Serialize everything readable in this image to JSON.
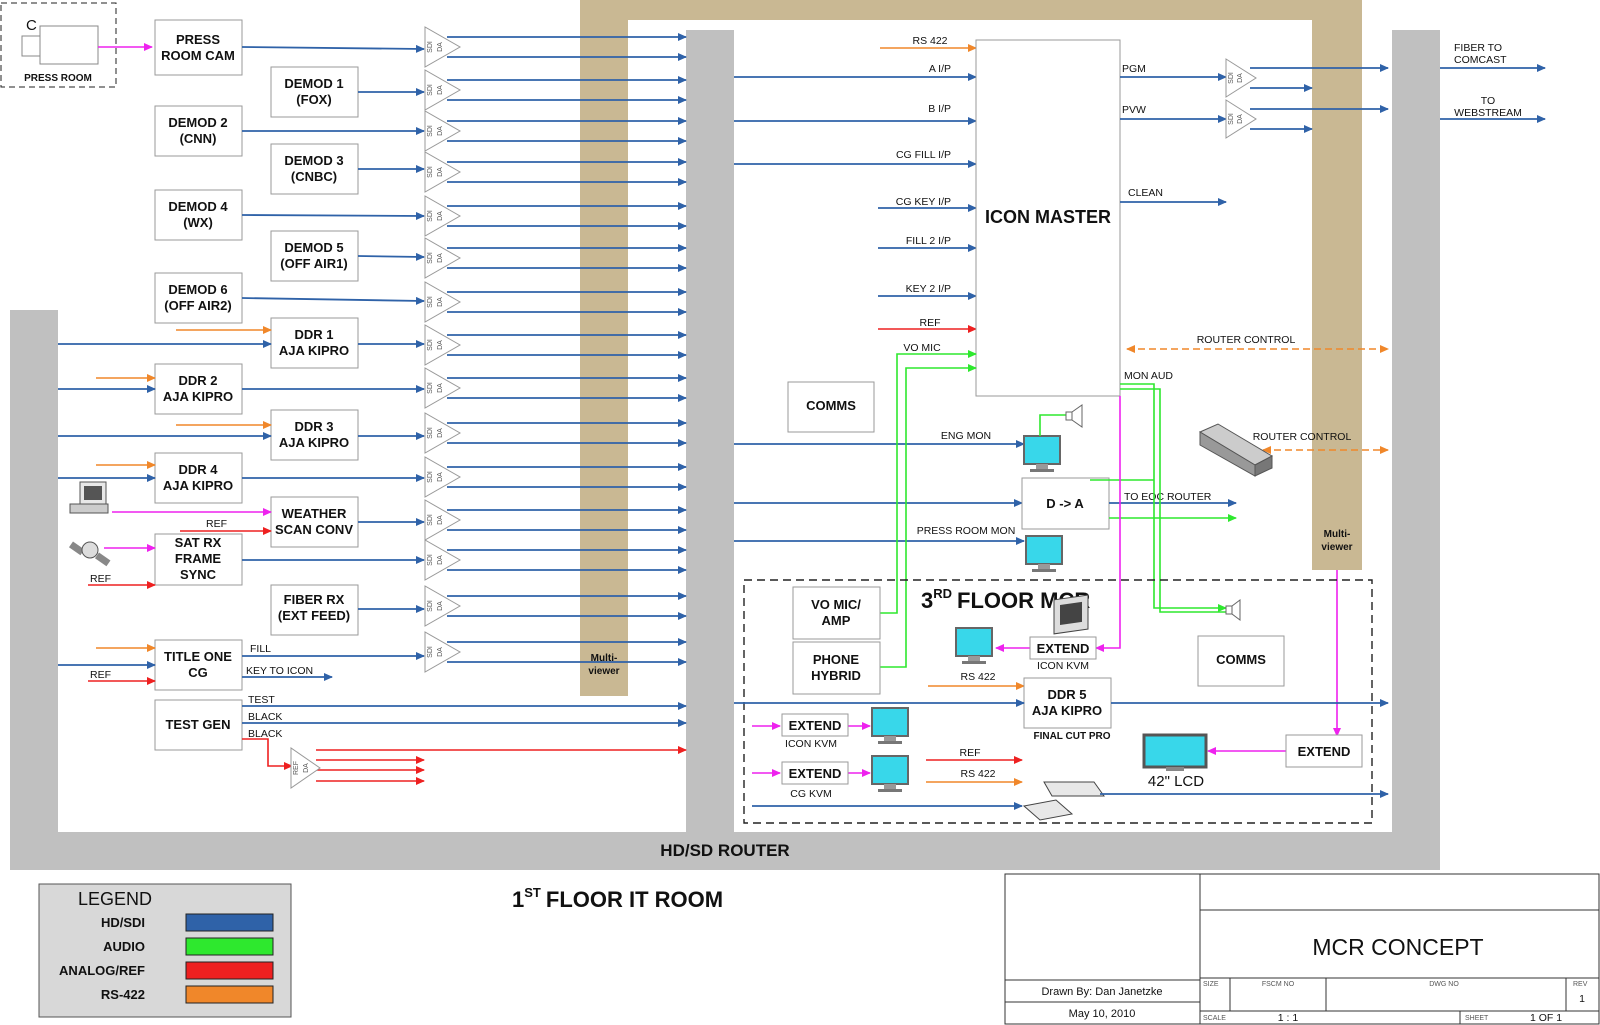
{
  "colors": {
    "sdi": "#2f62a8",
    "audio": "#2ee82e",
    "ref": "#ee2020",
    "rs422": "#f0872a",
    "kvm": "#ee22ee",
    "tan": "#c9b893",
    "router_grey": "#c0c0c0",
    "monitor": "#38d7ea"
  },
  "icons": [
    "computer-icon",
    "satellite-icon",
    "camera-icon",
    "monitor-icon",
    "speaker-icon",
    "router-device-icon",
    "workstation-icon"
  ],
  "press_room": {
    "cam_letter": "C",
    "label": "PRESS ROOM"
  },
  "sources": {
    "press_room_cam": [
      "PRESS",
      "ROOM CAM"
    ],
    "demod1": [
      "DEMOD 1",
      "(FOX)"
    ],
    "demod2": [
      "DEMOD 2",
      "(CNN)"
    ],
    "demod3": [
      "DEMOD 3",
      "(CNBC)"
    ],
    "demod4": [
      "DEMOD 4",
      "(WX)"
    ],
    "demod5": [
      "DEMOD 5",
      "(OFF AIR1)"
    ],
    "demod6": [
      "DEMOD 6",
      "(OFF AIR2)"
    ],
    "ddr1": [
      "DDR 1",
      "AJA KIPRO"
    ],
    "ddr2": [
      "DDR 2",
      "AJA KIPRO"
    ],
    "ddr3": [
      "DDR 3",
      "AJA KIPRO"
    ],
    "ddr4": [
      "DDR 4",
      "AJA KIPRO"
    ],
    "weather": [
      "WEATHER",
      "SCAN CONV"
    ],
    "satrx": [
      "SAT RX",
      "FRAME",
      "SYNC"
    ],
    "fiberrx": [
      "FIBER RX",
      "(EXT FEED)"
    ],
    "titleone": [
      "TITLE ONE",
      "CG"
    ],
    "testgen": [
      "TEST GEN"
    ]
  },
  "da": {
    "sdi": "SDI",
    "da": "DA",
    "ref": "REF"
  },
  "signals": {
    "ref": "REF",
    "fill": "FILL",
    "key_to_icon": "KEY TO ICON",
    "test": "TEST",
    "black1": "BLACK",
    "black2": "BLACK"
  },
  "multiviewer": {
    "line1": "Multi-",
    "line2": "viewer"
  },
  "router": {
    "label": "HD/SD ROUTER"
  },
  "first_floor": {
    "num": "1",
    "sup": "ST",
    "rest": "FLOOR IT ROOM"
  },
  "icon_master": {
    "title": "ICON MASTER",
    "inputs": [
      "RS 422",
      "A I/P",
      "B I/P",
      "CG FILL I/P",
      "CG KEY I/P",
      "FILL 2 I/P",
      "KEY 2 I/P",
      "REF",
      "VO MIC"
    ],
    "outputs": [
      "PGM",
      "PVW",
      "CLEAN",
      "MON AUD"
    ]
  },
  "router_control": [
    "ROUTER CONTROL",
    "ROUTER CONTROL"
  ],
  "comms": [
    "COMMS",
    "COMMS"
  ],
  "monitors": {
    "eng": "ENG MON",
    "press": "PRESS ROOM MON"
  },
  "d_to_a": {
    "label": "D -> A",
    "out": "TO EOC ROUTER"
  },
  "outputs": {
    "fiber": [
      "FIBER TO",
      "COMCAST"
    ],
    "web": [
      "TO",
      "WEBSTREAM"
    ]
  },
  "third_floor": {
    "num": "3",
    "sup": "RD",
    "rest": "FLOOR MCR"
  },
  "mcr": {
    "vo_mic": [
      "VO MIC/",
      "AMP"
    ],
    "phone": [
      "PHONE",
      "HYBRID"
    ],
    "extend_icon": "EXTEND",
    "extend_icon_caption": "ICON KVM",
    "rs422": "RS 422",
    "ddr5": [
      "DDR 5",
      "AJA KIPRO"
    ],
    "final_cut": "FINAL CUT PRO",
    "extend_a": "EXTEND",
    "extend_a_caption": "ICON KVM",
    "extend_b": "EXTEND",
    "extend_b_caption": "CG KVM",
    "ref": "REF",
    "rs422_b": "RS 422",
    "lcd": "42\" LCD",
    "extend_right": "EXTEND"
  },
  "legend": {
    "title": "LEGEND",
    "items": [
      {
        "label": "HD/SDI",
        "color": "#2f62a8"
      },
      {
        "label": "AUDIO",
        "color": "#2ee82e"
      },
      {
        "label": "ANALOG/REF",
        "color": "#ee2020"
      },
      {
        "label": "RS-422",
        "color": "#f0872a"
      }
    ]
  },
  "title_block": {
    "title": "MCR CONCEPT",
    "drawn_by": "Drawn  By: Dan Janetzke",
    "date": "May 10, 2010",
    "size": "SIZE",
    "fscm": "FSCM NO",
    "dwg": "DWG NO",
    "rev": "REV",
    "rev_val": "1",
    "scale": "SCALE",
    "scale_val": "1 : 1",
    "sheet": "SHEET",
    "sheet_val": "1 OF 1"
  }
}
